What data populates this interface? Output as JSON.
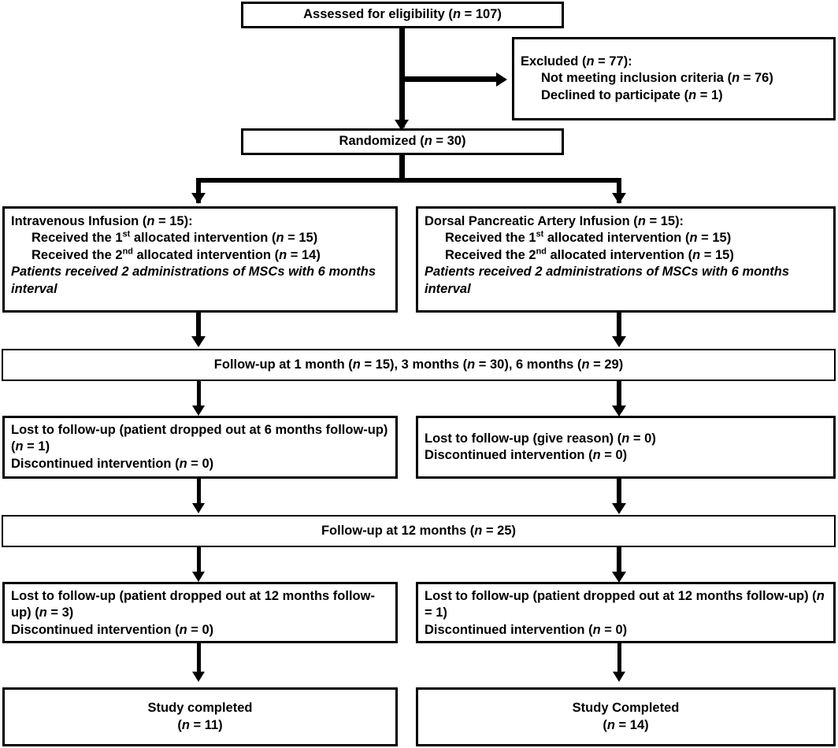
{
  "diagram": {
    "title": "CONSORT participant flow diagram",
    "type": "flowchart",
    "colors": {
      "line": "#000000",
      "box_border": "#000000",
      "background": "#ffffff",
      "text": "#000000"
    }
  },
  "nodes": {
    "assessed": {
      "label": "Assessed for eligibility",
      "n_label": "(n = 107)",
      "n": 107,
      "text": "Assessed for eligibility  (n = 107)"
    },
    "excluded": {
      "heading": "Excluded (n = 77):",
      "n": 77,
      "reasons": [
        {
          "label": "Not meeting inclusion criteria",
          "n_label": "(n = 76)",
          "n": 76
        },
        {
          "label": "Declined to participate",
          "n_label": "(n = 1)",
          "n": 1
        }
      ]
    },
    "randomized": {
      "label": "Randomized",
      "n_label": "(n = 30)",
      "n": 30,
      "text": "Randomized (n = 30)"
    },
    "arm_left": {
      "heading": "Intravenous Infusion (n = 15):",
      "n": 15,
      "lines": [
        {
          "prefix": "Received the 1",
          "sup": "st",
          "suffix": " allocated intervention (n = 15)",
          "n": 15
        },
        {
          "prefix": "Received the 2",
          "sup": "nd",
          "suffix": " allocated intervention (n = 14)",
          "n": 14
        }
      ],
      "note": "Patients received 2 administrations of MSCs with  6 months interval"
    },
    "arm_right": {
      "heading": "Dorsal Pancreatic Artery Infusion (n = 15):",
      "n": 15,
      "lines": [
        {
          "prefix": "Received the 1",
          "sup": "st",
          "suffix": " allocated intervention (n = 15)",
          "n": 15
        },
        {
          "prefix": "Received the 2",
          "sup": "nd",
          "suffix": " allocated intervention (n = 15)",
          "n": 15
        }
      ],
      "note": "Patients received 2 administrations of MSCs with  6 months interval"
    },
    "followup_early": {
      "text": "Follow-up at 1 month (n = 15), 3 months (n = 30), 6 months (n = 29)",
      "timepoints": [
        {
          "label": "1 month",
          "n": 15
        },
        {
          "label": "3 months",
          "n": 30
        },
        {
          "label": "6 months",
          "n": 29
        }
      ]
    },
    "lost_early_left": {
      "line1": "Lost to follow-up  (patient dropped out at 6 months follow-up)  (n = 1)",
      "line2": "Discontinued intervention (n = 0)",
      "lost_n": 1,
      "discontinued_n": 0
    },
    "lost_early_right": {
      "line1": "Lost to follow-up  (give reason) (n = 0)",
      "line2": "Discontinued intervention (n = 0)",
      "lost_n": 0,
      "discontinued_n": 0
    },
    "followup_12": {
      "text": "Follow-up at 12 months (n = 25)",
      "label": "Follow-up at 12 months",
      "n": 25
    },
    "lost_12_left": {
      "line1": "Lost to follow-up  (patient dropped out at 12 months follow-up)  (n = 3)",
      "line2": "Discontinued intervention (n = 0)",
      "lost_n": 3,
      "discontinued_n": 0
    },
    "lost_12_right": {
      "line1": "Lost to follow-up  (patient dropped out at 12 months follow-up)  (n = 1)",
      "line2": "Discontinued intervention (n = 0)",
      "lost_n": 1,
      "discontinued_n": 0
    },
    "completed_left": {
      "label": "Study completed",
      "n_label": "(n = 11)",
      "n": 11
    },
    "completed_right": {
      "label": "Study Completed",
      "n_label": "(n = 14)",
      "n": 14
    }
  }
}
